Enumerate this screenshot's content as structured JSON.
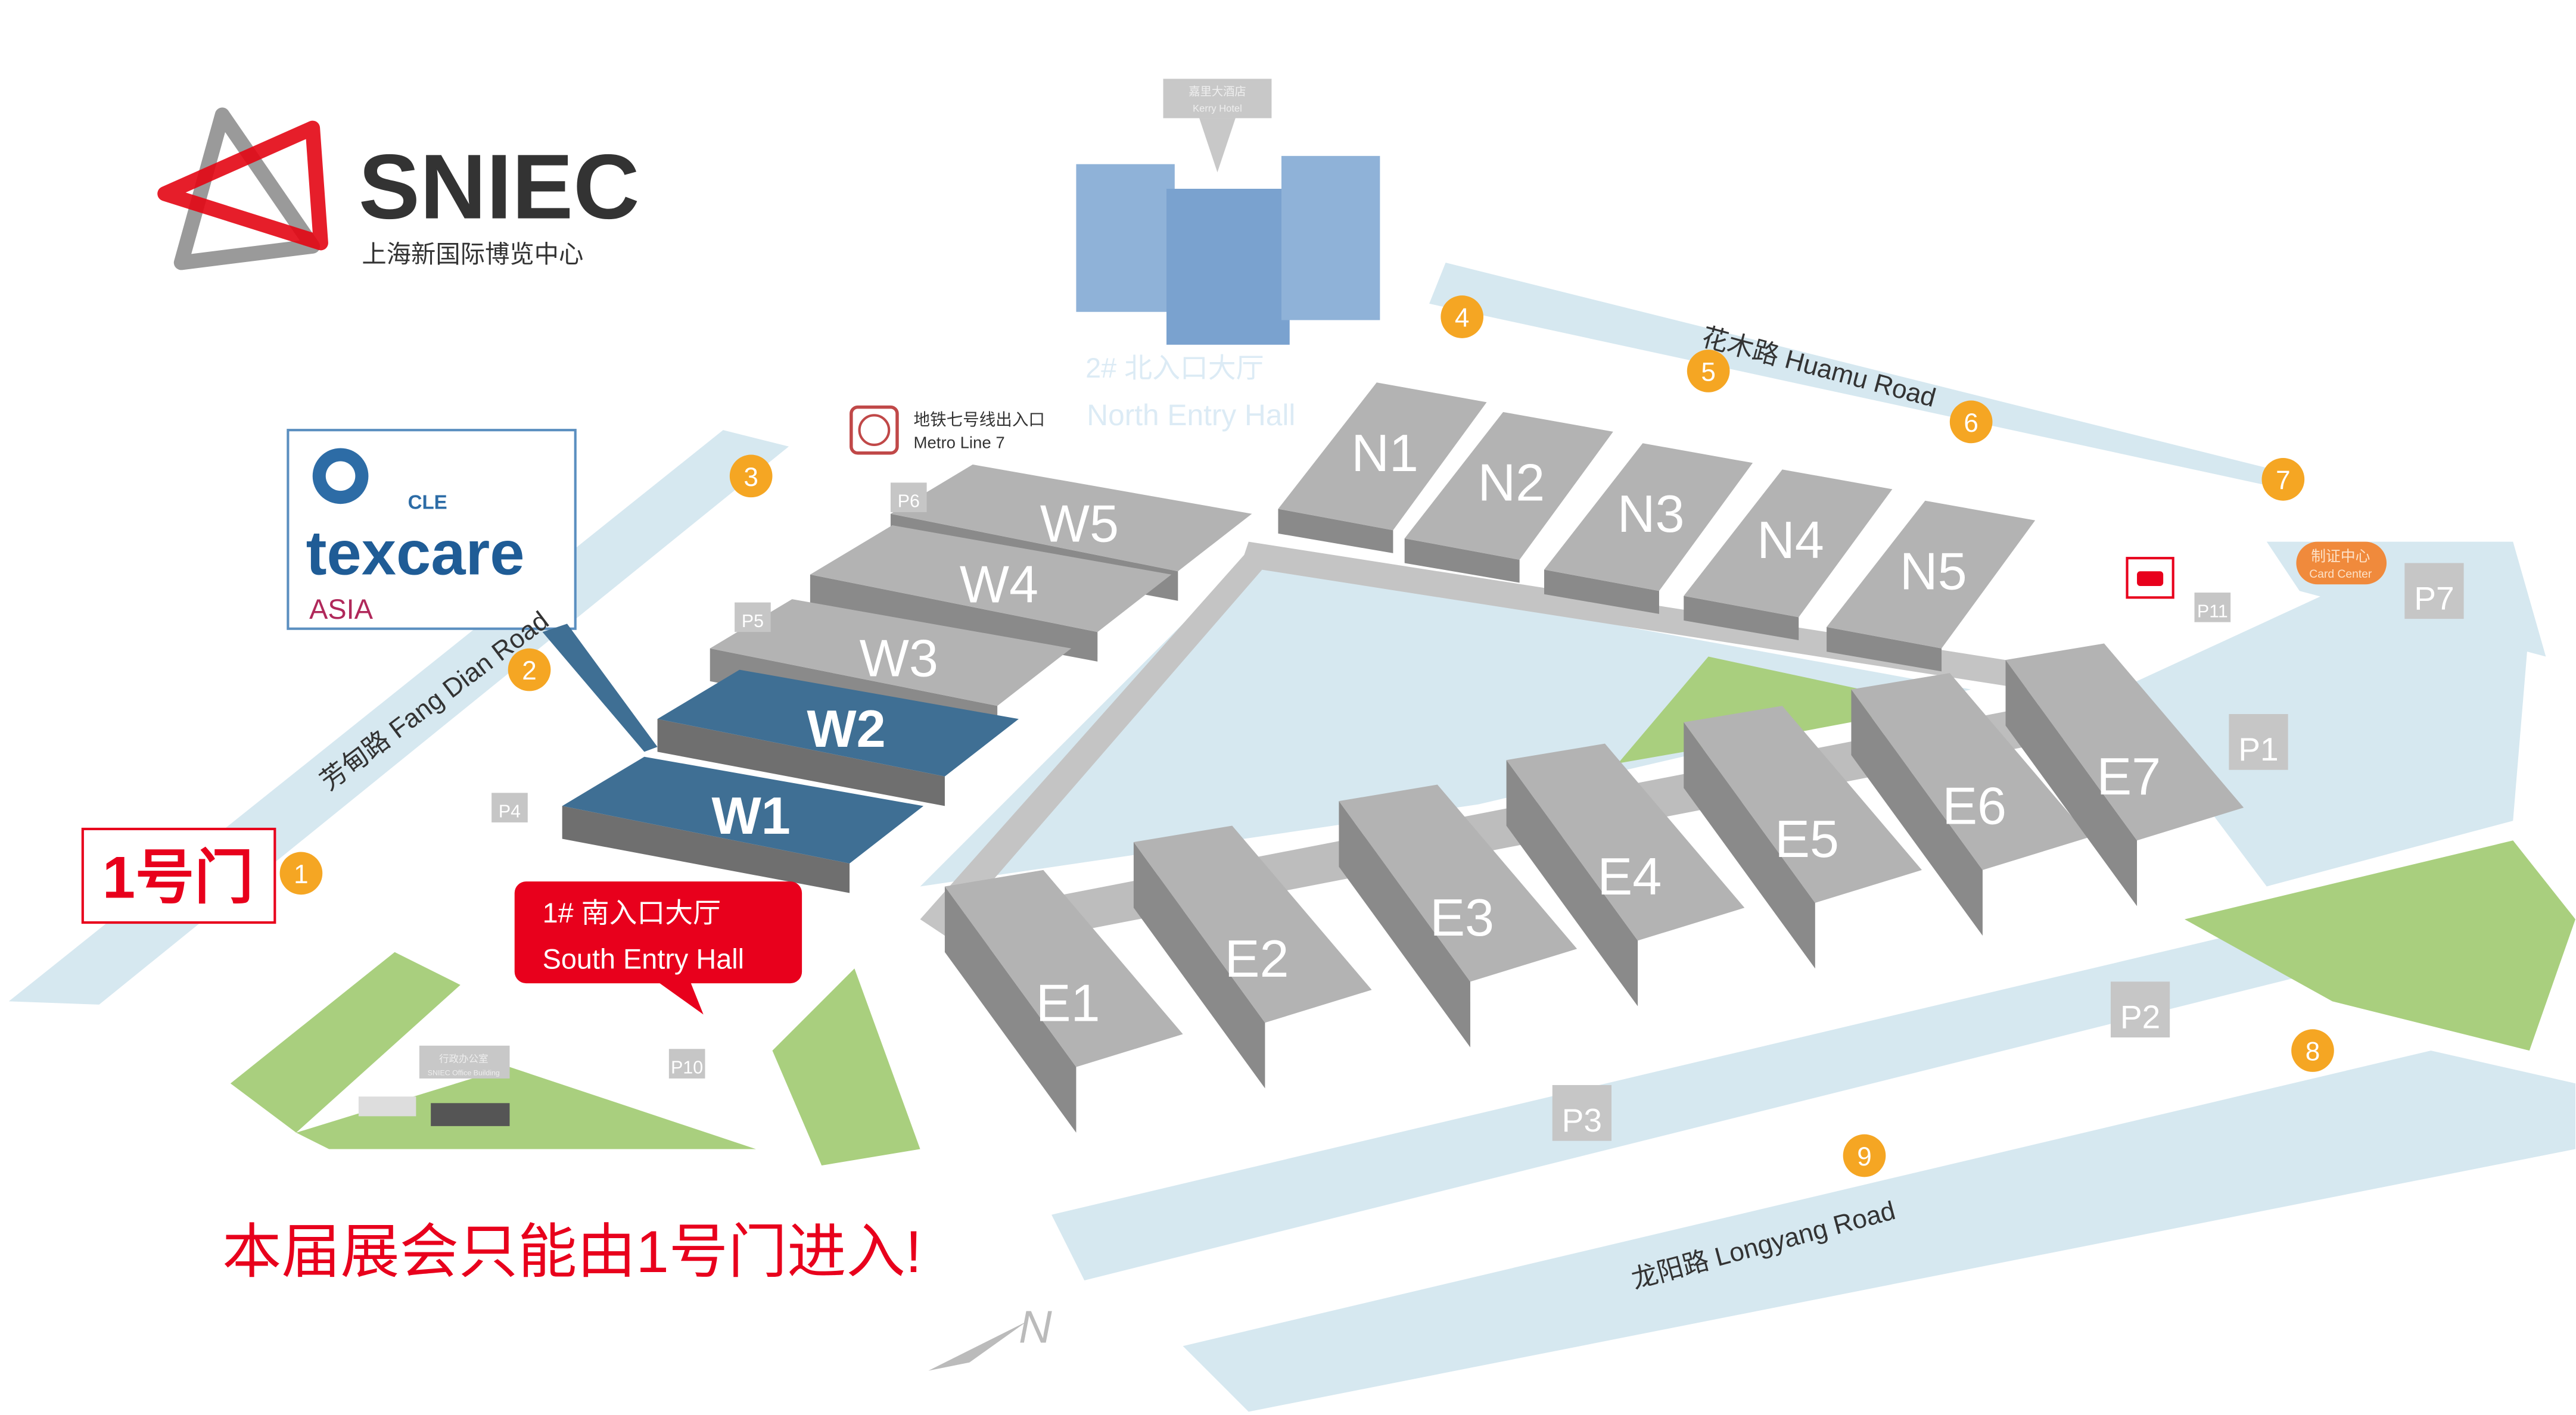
{
  "logo": {
    "name": "SNIEC",
    "subtitle": "上海新国际博览中心"
  },
  "event_logo": {
    "org": "CLE",
    "name": "texcare",
    "region": "ASIA"
  },
  "hotel": {
    "cn": "嘉里大酒店",
    "en": "Kerry Hotel"
  },
  "north_entry": {
    "cn": "2# 北入口大厅",
    "en": "North Entry Hall"
  },
  "metro": {
    "cn": "地铁七号线出入口",
    "en": "Metro Line 7",
    "icon": "metro-icon"
  },
  "south_entry": {
    "cn": "1# 南入口大厅",
    "en": "South Entry Hall",
    "color": "#e8001c"
  },
  "office": {
    "cn": "行政办公室",
    "en": "SNIEC Office Building"
  },
  "card_center": {
    "cn": "制证中心",
    "en": "Card Center",
    "color": "#f08a3c"
  },
  "gate_label": "1号门",
  "notice": "本届展会只能由1号门进入!",
  "roads": {
    "fangdian": "芳甸路 Fang Dian Road",
    "huamu": "花木路 Huamu Road",
    "longyang": "龙阳路 Longyang Road"
  },
  "halls": {
    "north": [
      "N1",
      "N2",
      "N3",
      "N4",
      "N5"
    ],
    "west": [
      "W5",
      "W4",
      "W3",
      "W2",
      "W1"
    ],
    "east": [
      "E1",
      "E2",
      "E3",
      "E4",
      "E5",
      "E6",
      "E7"
    ],
    "highlighted": [
      "W1",
      "W2"
    ],
    "highlight_color": "#3f6f94"
  },
  "parking": [
    "P1",
    "P2",
    "P3",
    "P4",
    "P5",
    "P6",
    "P7",
    "P10",
    "P11"
  ],
  "gates": [
    "1",
    "2",
    "3",
    "4",
    "5",
    "6",
    "7",
    "8",
    "9"
  ],
  "gate_color": "#f5a623",
  "compass": "N",
  "colors": {
    "road": "#d6e8f0",
    "green": "#a9cf7e",
    "hall": "#b3b3b3"
  }
}
